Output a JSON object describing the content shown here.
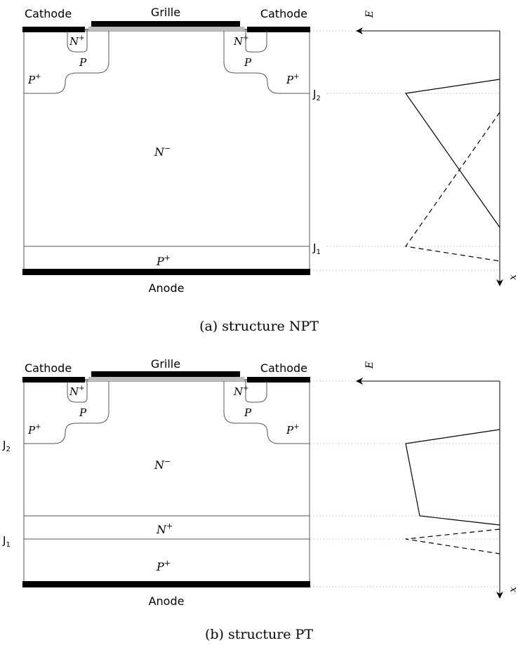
{
  "figure_a": {
    "caption": "(a) structure NPT",
    "labels": {
      "cathode_left": "Cathode",
      "cathode_right": "Cathode",
      "grille": "Grille",
      "anode": "Anode",
      "n_plus_left": "N",
      "n_plus_right": "N",
      "p_left": "P",
      "p_right": "P",
      "p_plus_left": "P",
      "p_plus_right": "P",
      "n_minus": "N",
      "p_plus_bottom": "P",
      "j2": "J",
      "j1": "J",
      "axis_e": "E",
      "axis_x": "x"
    },
    "superscripts": {
      "plus": "+",
      "minus": "−"
    },
    "subscripts": {
      "j2": "2",
      "j1": "1"
    }
  },
  "figure_b": {
    "caption": "(b) structure PT",
    "labels": {
      "cathode_left": "Cathode",
      "cathode_right": "Cathode",
      "grille": "Grille",
      "anode": "Anode",
      "n_plus_left": "N",
      "n_plus_right": "N",
      "p_left": "P",
      "p_right": "P",
      "p_plus_left": "P",
      "p_plus_right": "P",
      "n_minus": "N",
      "n_plus_buffer": "N",
      "p_plus_bottom": "P",
      "j2": "J",
      "j1": "J",
      "axis_e": "E",
      "axis_x": "x"
    },
    "superscripts": {
      "plus": "+",
      "minus": "−"
    },
    "subscripts": {
      "j2": "2",
      "j1": "1"
    }
  },
  "colors": {
    "metal": "#000000",
    "grille_oxide": "#bdbdbd",
    "outline": "#555555",
    "guide": "#bbbbbb"
  }
}
